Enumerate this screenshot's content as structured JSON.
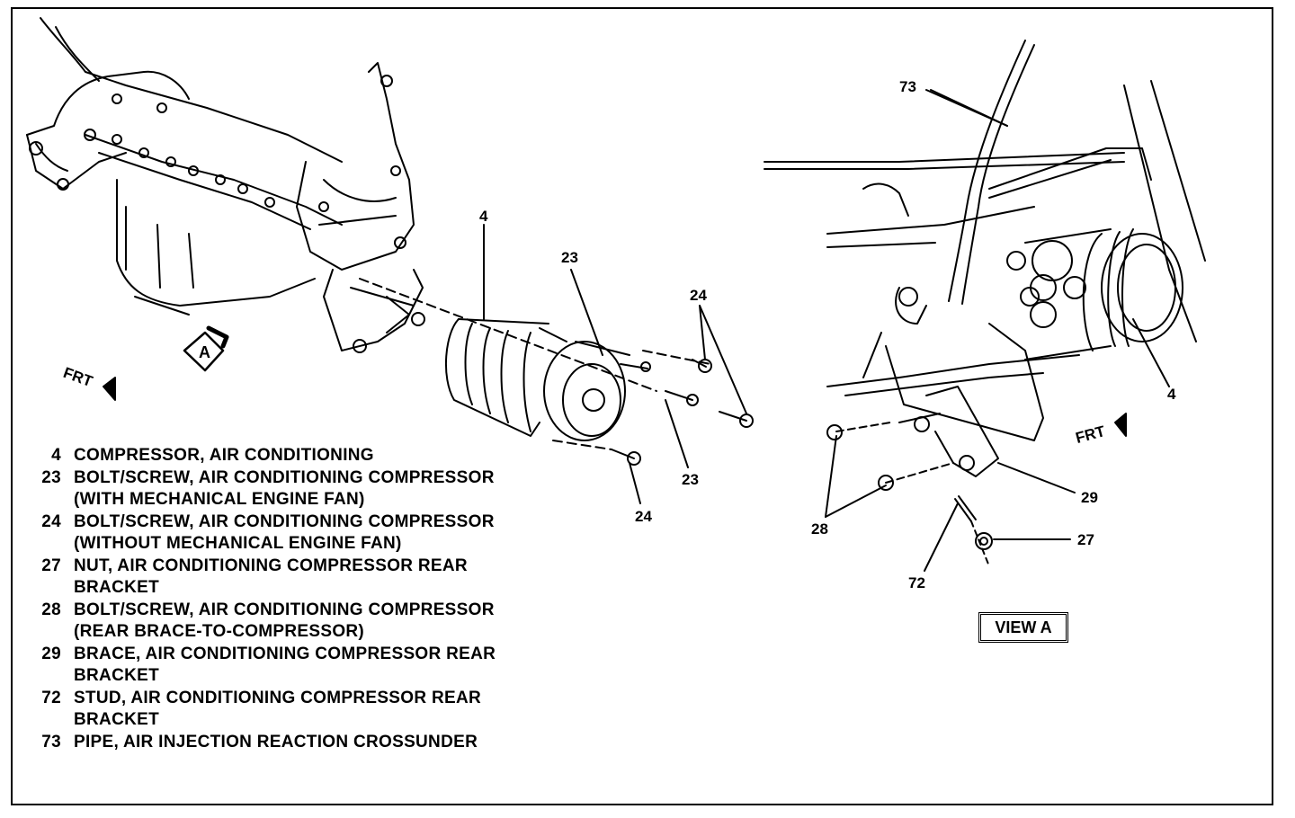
{
  "callouts": {
    "c4_main": "4",
    "c23_top": "23",
    "c24_top": "24",
    "c23_bottom": "23",
    "c24_bottom": "24",
    "c73": "73",
    "c4_view": "4",
    "c29": "29",
    "c28": "28",
    "c27": "27",
    "c72": "72"
  },
  "frt_left": "FRT",
  "frt_right": "FRT",
  "view_marker": "A",
  "view_label": "VIEW A",
  "legend": [
    {
      "num": "4",
      "text": "COMPRESSOR, AIR CONDITIONING"
    },
    {
      "num": "23",
      "text": "BOLT/SCREW, AIR CONDITIONING COMPRESSOR"
    },
    {
      "num": "",
      "text": "(WITH MECHANICAL ENGINE FAN)"
    },
    {
      "num": "24",
      "text": "BOLT/SCREW, AIR CONDITIONING COMPRESSOR"
    },
    {
      "num": "",
      "text": "(WITHOUT MECHANICAL ENGINE FAN)"
    },
    {
      "num": "27",
      "text": "NUT, AIR CONDITIONING COMPRESSOR REAR"
    },
    {
      "num": "",
      "text": "BRACKET"
    },
    {
      "num": "28",
      "text": "BOLT/SCREW, AIR CONDITIONING COMPRESSOR"
    },
    {
      "num": "",
      "text": "(REAR BRACE-TO-COMPRESSOR)"
    },
    {
      "num": "29",
      "text": "BRACE, AIR CONDITIONING COMPRESSOR REAR"
    },
    {
      "num": "",
      "text": "BRACKET"
    },
    {
      "num": "72",
      "text": "STUD, AIR CONDITIONING COMPRESSOR REAR"
    },
    {
      "num": "",
      "text": "BRACKET"
    },
    {
      "num": "73",
      "text": "PIPE, AIR INJECTION REACTION CROSSUNDER"
    }
  ]
}
